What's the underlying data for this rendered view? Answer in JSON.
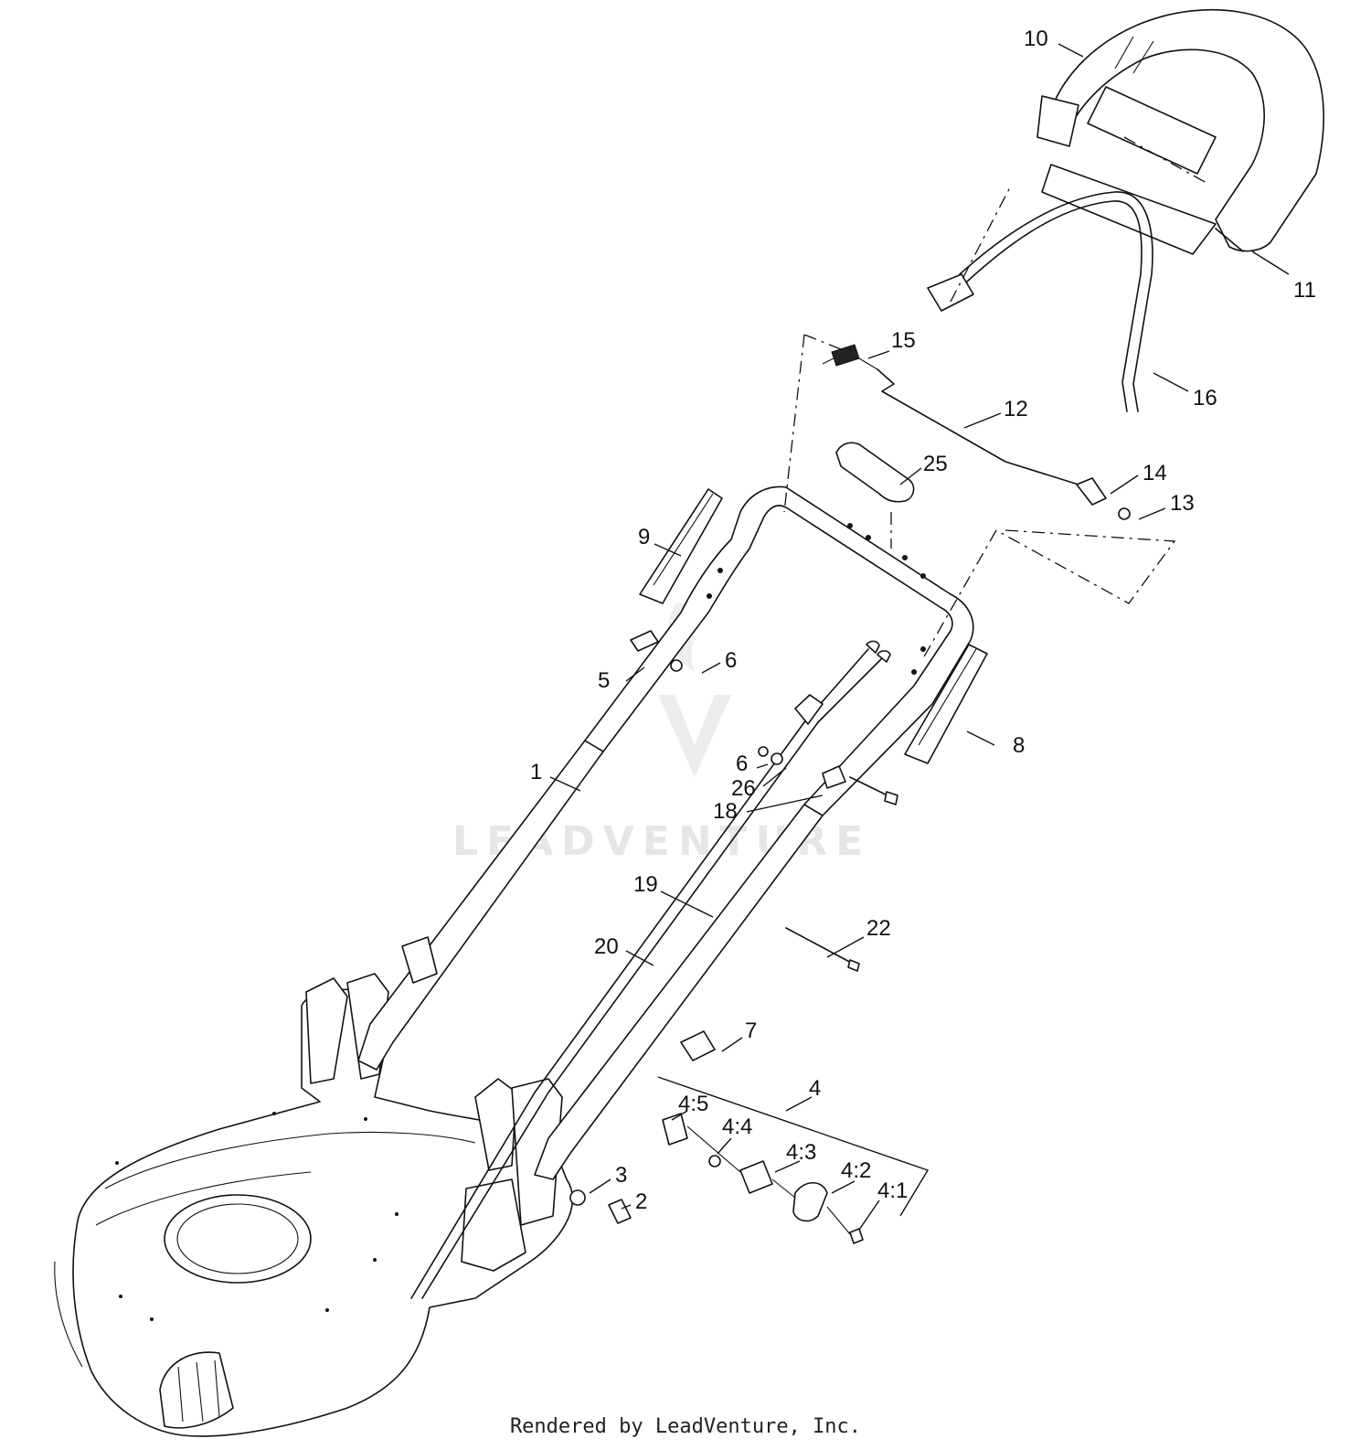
{
  "watermark": "LEADVENTURE",
  "footer": "Rendered by LeadVenture, Inc.",
  "callouts": [
    {
      "id": "10",
      "label": "10"
    },
    {
      "id": "11",
      "label": "11"
    },
    {
      "id": "15",
      "label": "15"
    },
    {
      "id": "16",
      "label": "16"
    },
    {
      "id": "12",
      "label": "12"
    },
    {
      "id": "25",
      "label": "25"
    },
    {
      "id": "14",
      "label": "14"
    },
    {
      "id": "13",
      "label": "13"
    },
    {
      "id": "9",
      "label": "9"
    },
    {
      "id": "5",
      "label": "5"
    },
    {
      "id": "6a",
      "label": "6"
    },
    {
      "id": "6b",
      "label": "6"
    },
    {
      "id": "26",
      "label": "26"
    },
    {
      "id": "8",
      "label": "8"
    },
    {
      "id": "1",
      "label": "1"
    },
    {
      "id": "18",
      "label": "18"
    },
    {
      "id": "19",
      "label": "19"
    },
    {
      "id": "20",
      "label": "20"
    },
    {
      "id": "22",
      "label": "22"
    },
    {
      "id": "7",
      "label": "7"
    },
    {
      "id": "4",
      "label": "4"
    },
    {
      "id": "4-5",
      "label": "4:5"
    },
    {
      "id": "4-4",
      "label": "4:4"
    },
    {
      "id": "4-3",
      "label": "4:3"
    },
    {
      "id": "4-2",
      "label": "4:2"
    },
    {
      "id": "4-1",
      "label": "4:1"
    },
    {
      "id": "3",
      "label": "3"
    },
    {
      "id": "2",
      "label": "2"
    }
  ]
}
